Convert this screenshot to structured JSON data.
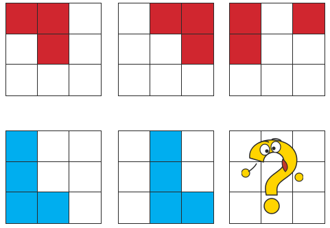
{
  "colors": {
    "red": "#d0262f",
    "blue": "#00aeef",
    "empty": "#ffffff",
    "grid_line": "#2a2a2a"
  },
  "rows": [
    {
      "name": "top-row",
      "fill": "red",
      "grids": [
        [
          [
            1,
            1,
            0
          ],
          [
            0,
            1,
            0
          ],
          [
            0,
            0,
            0
          ]
        ],
        [
          [
            0,
            1,
            1
          ],
          [
            0,
            0,
            1
          ],
          [
            0,
            0,
            0
          ]
        ],
        [
          [
            1,
            0,
            1
          ],
          [
            1,
            0,
            0
          ],
          [
            0,
            0,
            0
          ]
        ]
      ]
    },
    {
      "name": "bottom-row",
      "fill": "blue",
      "grids": [
        [
          [
            1,
            0,
            0
          ],
          [
            1,
            0,
            0
          ],
          [
            1,
            1,
            0
          ]
        ],
        [
          [
            0,
            1,
            0
          ],
          [
            0,
            1,
            0
          ],
          [
            0,
            1,
            1
          ]
        ]
      ]
    }
  ],
  "answer": {
    "icon": "question-mark-mascot-icon"
  }
}
